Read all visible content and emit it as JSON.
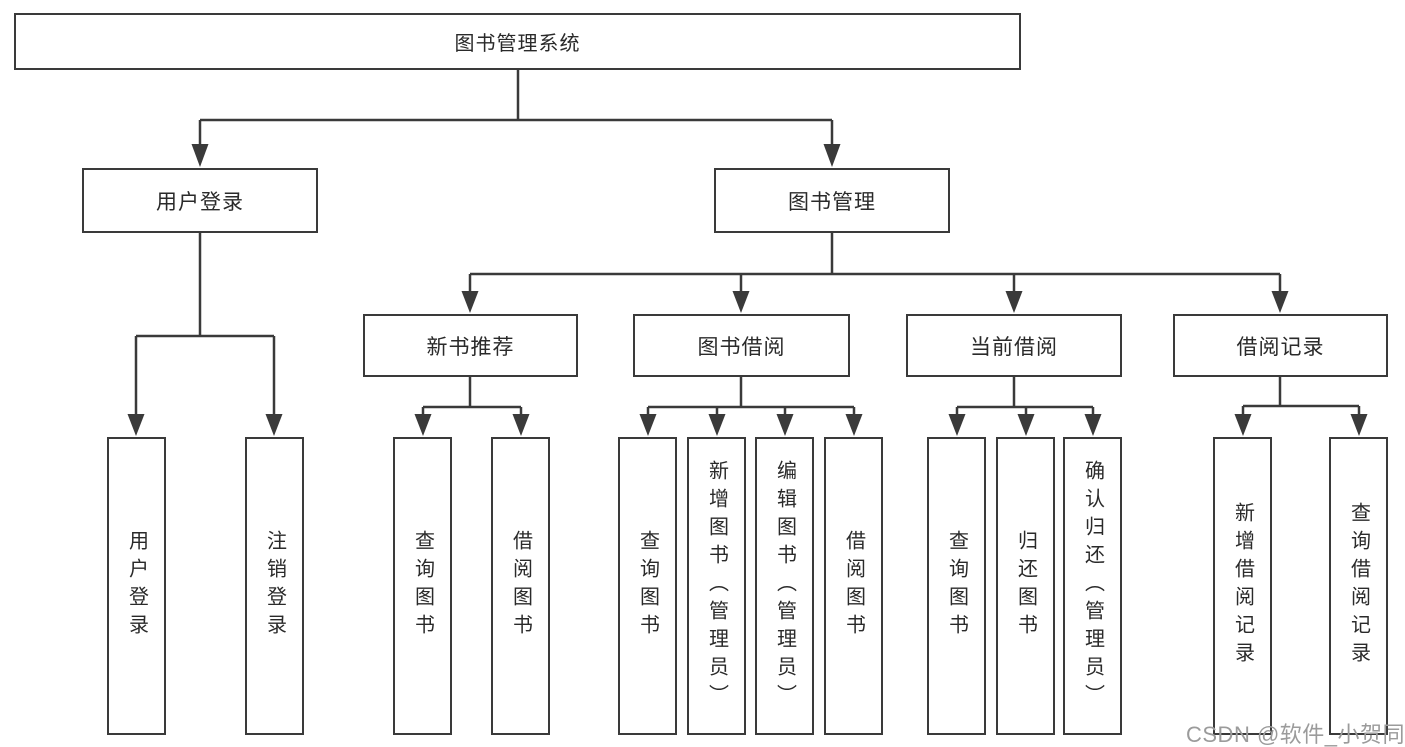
{
  "diagram": {
    "root": {
      "label": "图书管理系统"
    },
    "branches": [
      {
        "label": "用户登录",
        "children": [
          "用户登录",
          "注销登录"
        ]
      },
      {
        "label": "图书管理",
        "children": [
          {
            "label": "新书推荐",
            "children": [
              "查询图书",
              "借阅图书"
            ]
          },
          {
            "label": "图书借阅",
            "children": [
              "查询图书",
              "新增图书（管理员）",
              "编辑图书（管理员）",
              "借阅图书"
            ]
          },
          {
            "label": "当前借阅",
            "children": [
              "查询图书",
              "归还图书",
              "确认归还（管理员）"
            ]
          },
          {
            "label": "借阅记录",
            "children": [
              "新增借阅记录",
              "查询借阅记录"
            ]
          }
        ]
      }
    ]
  },
  "watermark": {
    "text": "CSDN @软件_小贺同学"
  },
  "colors": {
    "line": "#3a3a3a",
    "text": "#2a2a2a",
    "box_fill": "#ffffff",
    "background": "#ffffff",
    "watermark": "#9b9b9b"
  }
}
